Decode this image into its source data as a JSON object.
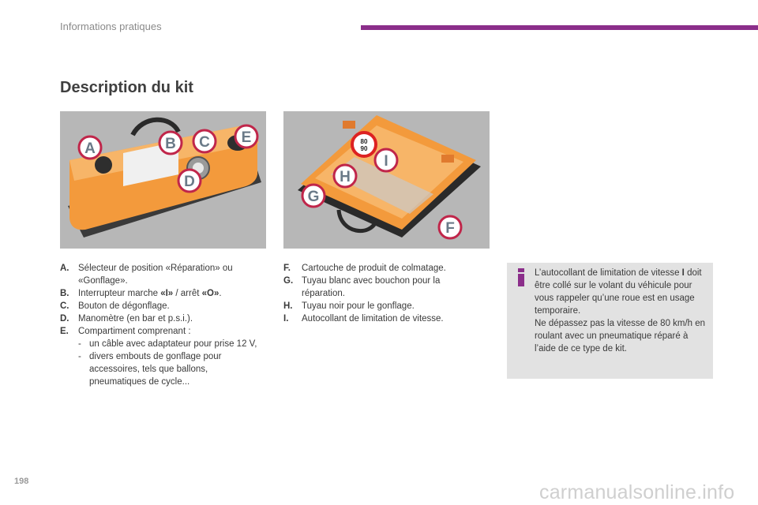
{
  "header": {
    "section": "Informations pratiques"
  },
  "title": "Description du kit",
  "figure_left": {
    "labels": [
      "A",
      "B",
      "C",
      "D",
      "E"
    ]
  },
  "figure_right": {
    "labels": [
      "F",
      "G",
      "H",
      "I"
    ],
    "sticker_text": [
      "80",
      "90"
    ]
  },
  "legend_left": [
    {
      "key": "A.",
      "text": "Sélecteur de position «Réparation» ou «Gonflage»."
    },
    {
      "key": "B.",
      "pre": "Interrupteur marche ",
      "b1": "«I»",
      "mid": " / arrêt ",
      "b2": "«O»",
      "post": "."
    },
    {
      "key": "C.",
      "text": "Bouton de dégonflage."
    },
    {
      "key": "D.",
      "text": "Manomètre (en bar et p.s.i.)."
    },
    {
      "key": "E.",
      "text": "Compartiment comprenant :"
    }
  ],
  "legend_left_sub": [
    {
      "dash": "-",
      "text": "un câble avec adaptateur pour prise 12 V,"
    },
    {
      "dash": "-",
      "text": "divers embouts de gonflage pour accessoires, tels que ballons, pneumatiques de cycle..."
    }
  ],
  "legend_right": [
    {
      "key": "F.",
      "text": "Cartouche de produit de colmatage."
    },
    {
      "key": "G.",
      "text": "Tuyau blanc avec bouchon pour la réparation."
    },
    {
      "key": "H.",
      "text": "Tuyau noir pour le gonflage."
    },
    {
      "key": "I.",
      "text": "Autocollant de limitation de vitesse."
    }
  ],
  "info_box": {
    "line1_pre": "L’autocollant de limitation de vitesse ",
    "line1_bold": "I",
    "line1_post": " doit être collé sur le volant du véhicule pour vous rappeler qu’une roue est en usage temporaire.",
    "line2": "Ne dépassez pas la vitesse de 80 km/h en roulant avec un pneumatique réparé à l’aide de ce type de kit."
  },
  "page_number": "198",
  "watermark": "carmanualsonline.info",
  "colors": {
    "accent": "#8b2e8a",
    "kit_orange": "#f39a3c",
    "callout_border": "#c0264a"
  }
}
